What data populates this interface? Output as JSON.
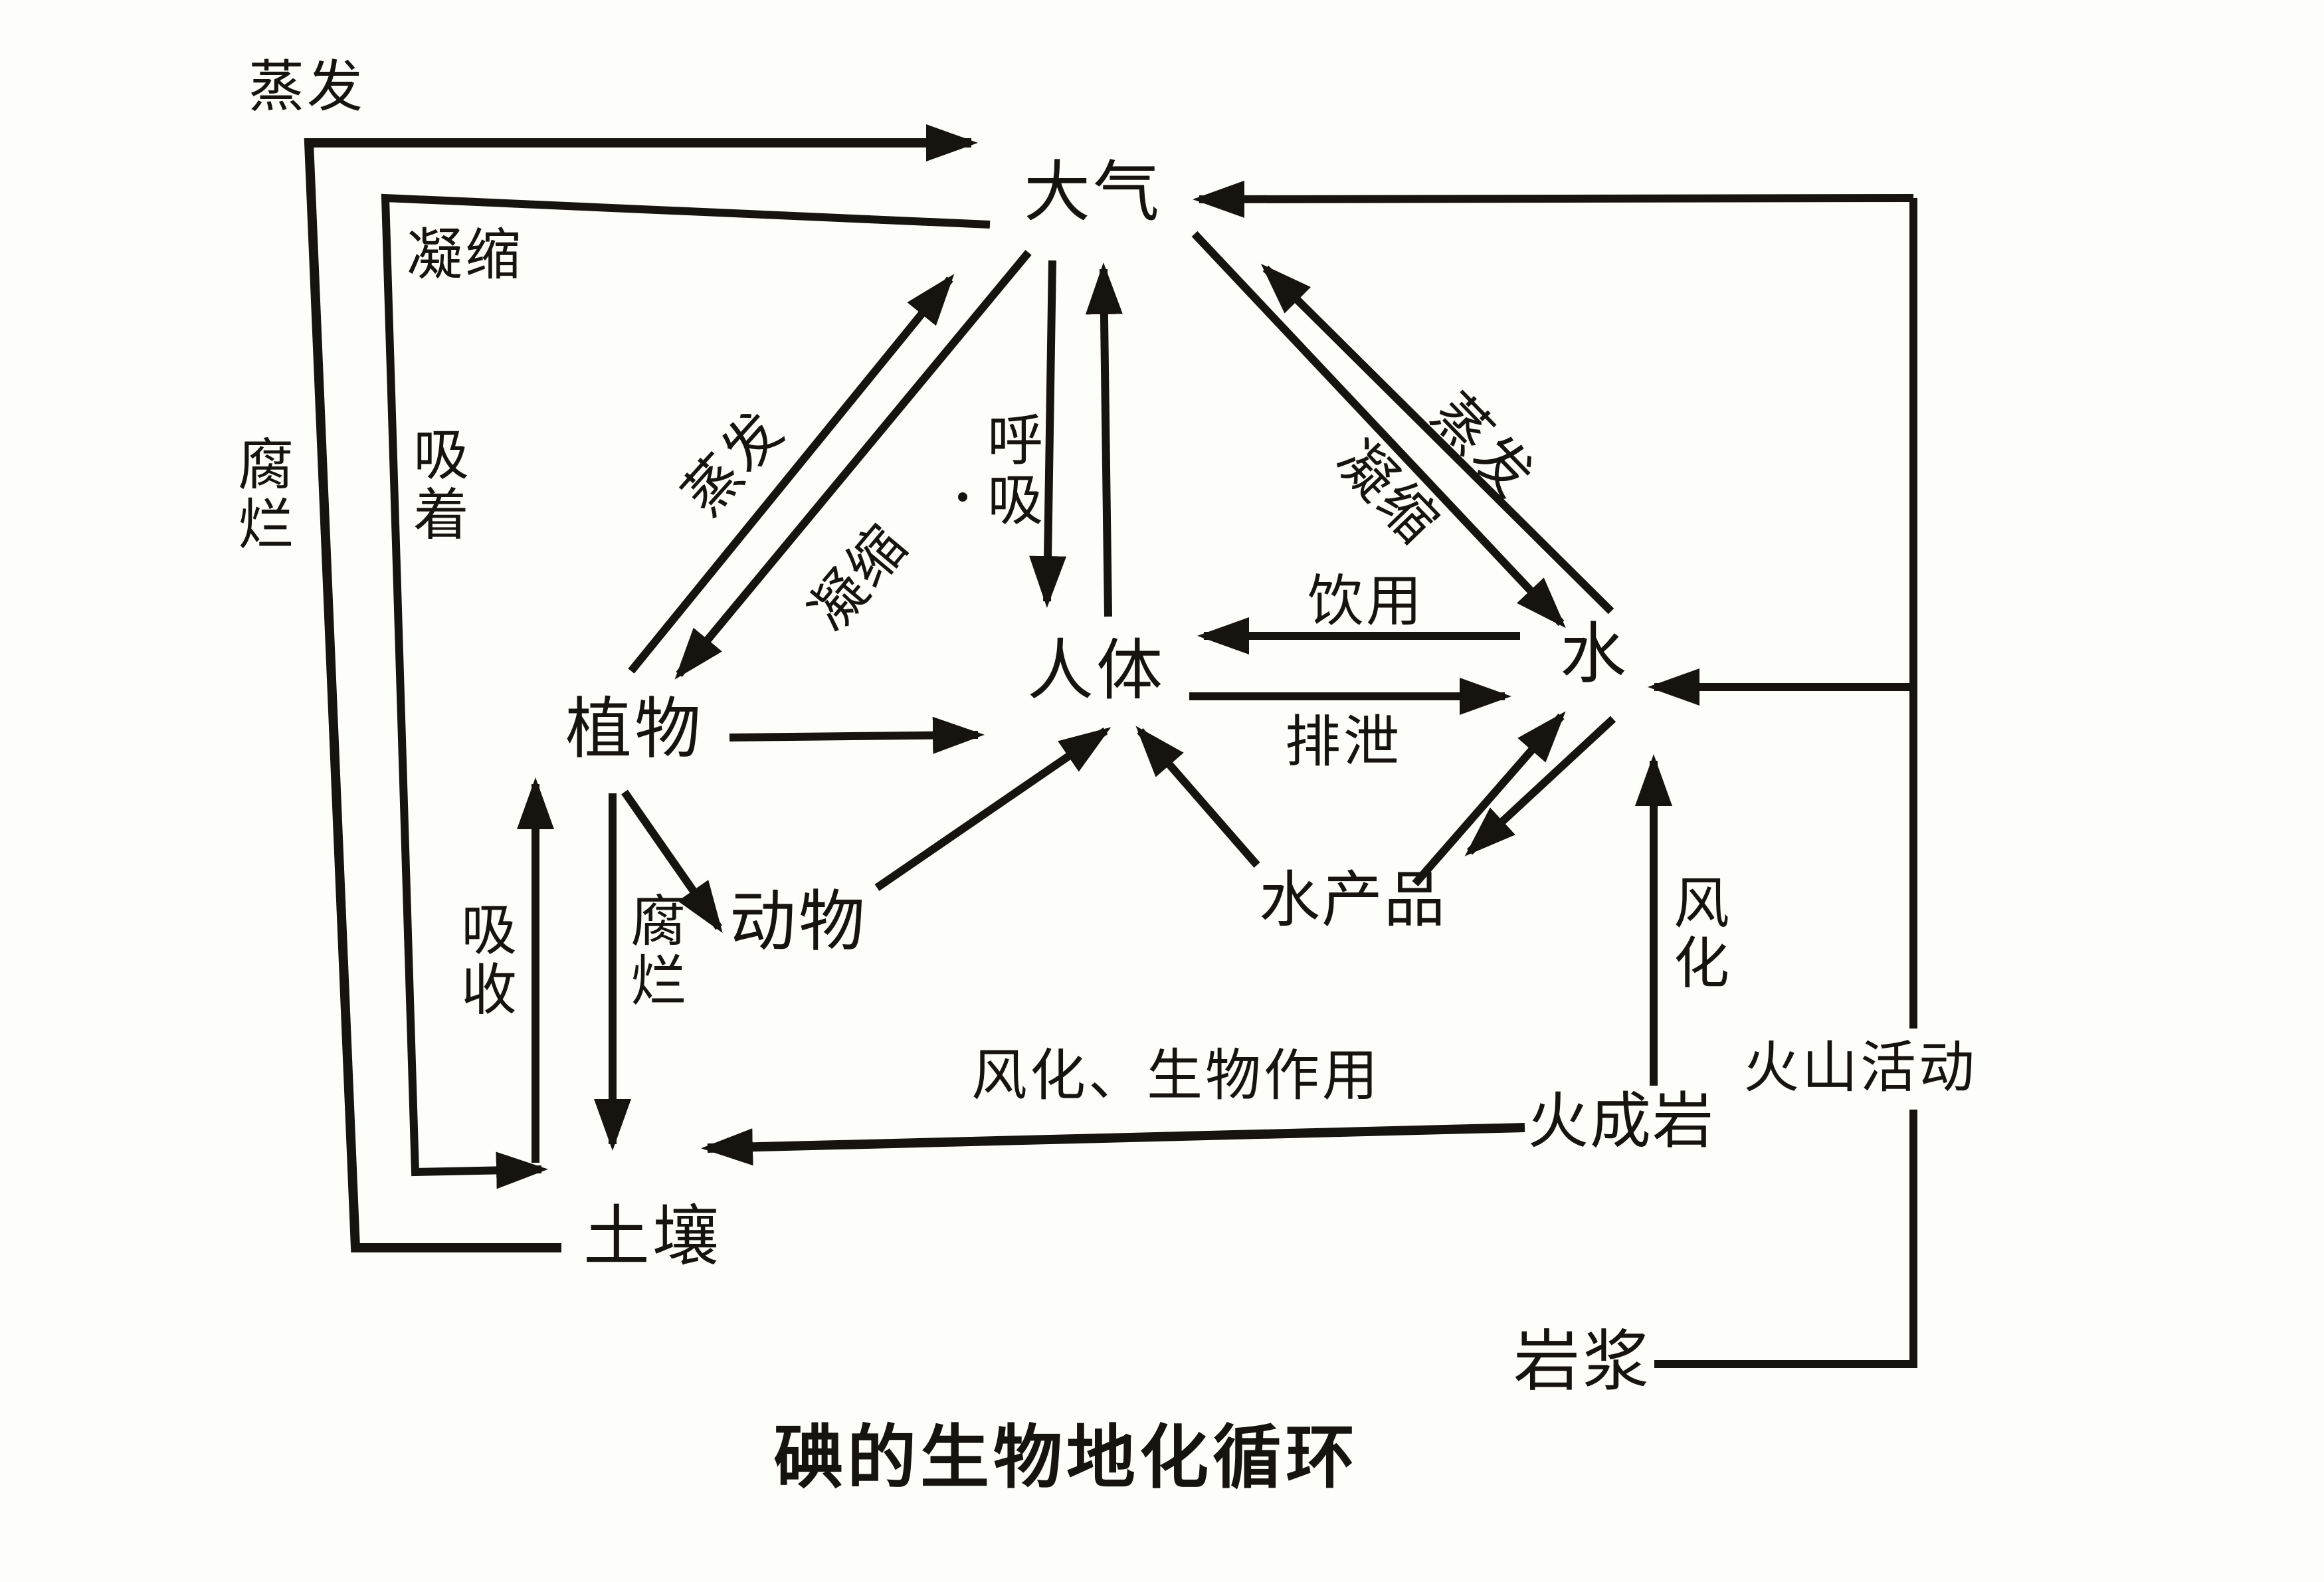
{
  "page": {
    "background": "#fdfdfa",
    "ink": "#17130e"
  },
  "title": "碘的生物地化循环",
  "nodes": {
    "atmosphere": {
      "label": "大气"
    },
    "plants": {
      "label": "植物"
    },
    "human_body": {
      "label": "人体"
    },
    "water": {
      "label": "水"
    },
    "animals": {
      "label": "动物"
    },
    "aquatic_products": {
      "label": "水产品"
    },
    "soil": {
      "label": "土壤"
    },
    "igneous_rock": {
      "label": "火成岩"
    },
    "magma": {
      "label": "岩浆"
    }
  },
  "edge_labels": {
    "evaporation_outer": "蒸发",
    "condensation_outer": "凝缩",
    "decay_outer": "腐烂",
    "adsorption": "吸着",
    "evaporation_plants": "蒸发",
    "condensation_plants": "凝缩",
    "respiration": "呼吸",
    "condensation_water": "凝缩",
    "evaporation_water": "蒸发",
    "drinking": "饮用",
    "excretion": "排泄",
    "absorption": "吸收",
    "decay_plants": "腐烂",
    "weathering": "风化",
    "weathering_biological": "风化、生物作用",
    "volcanic_activity": "火山活动"
  },
  "edges": [
    {
      "from": "soil",
      "to": "atmosphere",
      "label": "蒸发 / 腐烂"
    },
    {
      "from": "atmosphere",
      "to": "soil",
      "label": "凝缩 / 吸着"
    },
    {
      "from": "plants",
      "to": "atmosphere",
      "label": "蒸发"
    },
    {
      "from": "atmosphere",
      "to": "plants",
      "label": "凝缩"
    },
    {
      "from": "atmosphere",
      "to": "human_body",
      "label": "呼吸"
    },
    {
      "from": "human_body",
      "to": "atmosphere",
      "label": "呼吸"
    },
    {
      "from": "water",
      "to": "atmosphere",
      "label": "蒸发"
    },
    {
      "from": "atmosphere",
      "to": "water",
      "label": "凝缩"
    },
    {
      "from": "water",
      "to": "human_body",
      "label": "饮用"
    },
    {
      "from": "human_body",
      "to": "water",
      "label": "排泄"
    },
    {
      "from": "plants",
      "to": "human_body",
      "label": ""
    },
    {
      "from": "plants",
      "to": "animals",
      "label": ""
    },
    {
      "from": "animals",
      "to": "human_body",
      "label": ""
    },
    {
      "from": "aquatic_products",
      "to": "human_body",
      "label": ""
    },
    {
      "from": "aquatic_products",
      "to": "water",
      "label": ""
    },
    {
      "from": "water",
      "to": "aquatic_products",
      "label": ""
    },
    {
      "from": "igneous_rock",
      "to": "water",
      "label": "风化"
    },
    {
      "from": "igneous_rock",
      "to": "soil",
      "label": "风化、生物作用"
    },
    {
      "from": "soil",
      "to": "plants",
      "label": "吸收"
    },
    {
      "from": "plants",
      "to": "soil",
      "label": "腐烂"
    },
    {
      "from": "magma",
      "to": "atmosphere",
      "label": "火山活动"
    },
    {
      "from": "magma",
      "to": "water",
      "label": "火山活动"
    }
  ]
}
